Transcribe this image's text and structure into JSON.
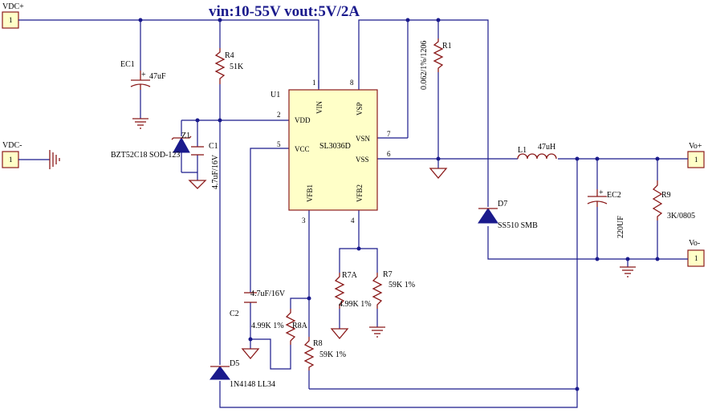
{
  "title": "vin:10-55V vout:5V/2A",
  "ports": {
    "vdc_plus": {
      "name": "VDC+",
      "pin": "1"
    },
    "vdc_minus": {
      "name": "VDC-",
      "pin": "1"
    },
    "vo_plus": {
      "name": "Vo+",
      "pin": "1"
    },
    "vo_minus": {
      "name": "Vo-",
      "pin": "1"
    }
  },
  "ic": {
    "designator": "U1",
    "part": "SL3036D",
    "pins": {
      "vin": {
        "name": "VIN",
        "num": "1"
      },
      "vdd": {
        "name": "VDD",
        "num": "2"
      },
      "vcc": {
        "name": "VCC",
        "num": "5"
      },
      "vfb1": {
        "name": "VFB1",
        "num": "3"
      },
      "vsp": {
        "name": "VSP",
        "num": "8"
      },
      "vsn": {
        "name": "VSN",
        "num": "7"
      },
      "vss": {
        "name": "VSS",
        "num": "6"
      },
      "vfb2": {
        "name": "VFB2",
        "num": "4"
      }
    }
  },
  "components": {
    "ec1": {
      "ref": "EC1",
      "value": "47uF"
    },
    "r4": {
      "ref": "R4",
      "value": "51K"
    },
    "z1": {
      "ref": "Z1",
      "value": "BZT52C18 SOD-123"
    },
    "c1": {
      "ref": "C1",
      "value": "4.7uF/16V"
    },
    "r1": {
      "ref": "R1",
      "value": "0.062/1%/1206"
    },
    "l1": {
      "ref": "L1",
      "value": "47uH"
    },
    "d7": {
      "ref": "D7",
      "value": "SS510 SMB"
    },
    "ec2": {
      "ref": "EC2",
      "value": "220UF"
    },
    "r9": {
      "ref": "R9",
      "value": "3K/0805"
    },
    "r7a": {
      "ref": "R7A",
      "value": "4.99K 1%"
    },
    "r7": {
      "ref": "R7",
      "value": "59K 1%"
    },
    "c2": {
      "ref": "C2",
      "value": "4.7uF/16V"
    },
    "r8a": {
      "ref": "R8A",
      "value": "4.99K 1%"
    },
    "r8": {
      "ref": "R8",
      "value": "59K 1%"
    },
    "d5": {
      "ref": "D5",
      "value": "1N4148 LL34"
    }
  },
  "colors": {
    "wire": "#1a1a8c",
    "component": "#8b1a1a",
    "port_fill": "#ffffc8",
    "title": "#1a1a8c"
  }
}
